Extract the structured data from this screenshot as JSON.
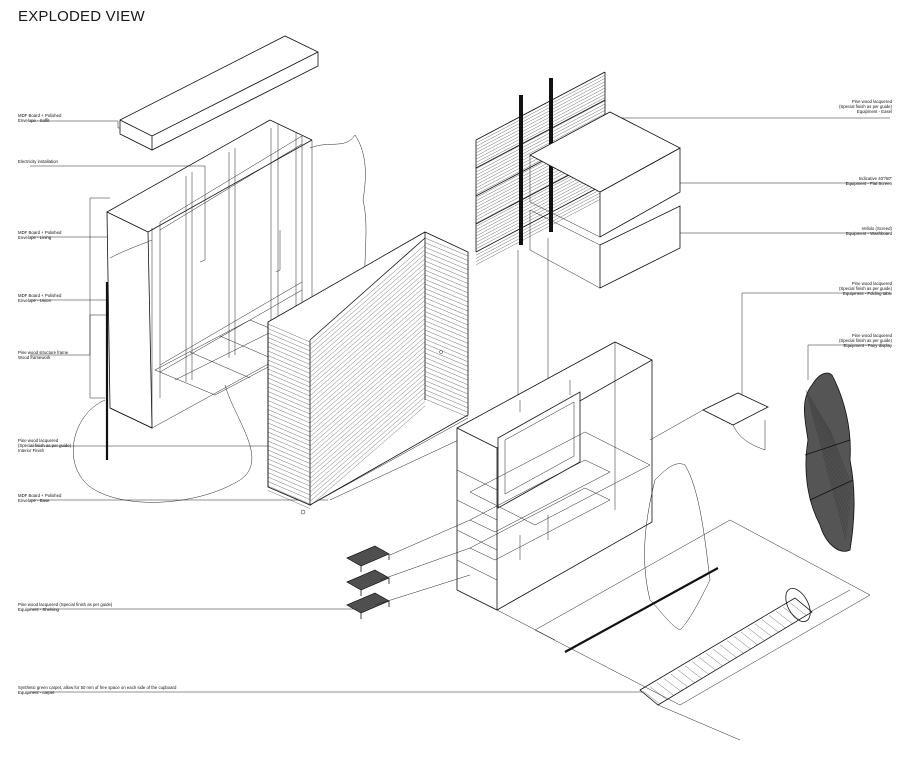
{
  "title": "EXPLODED VIEW",
  "labels_left": [
    {
      "id": "soffit",
      "l1": "MDF Board + Polished",
      "l2": "Envelope - Soffit"
    },
    {
      "id": "electricity",
      "l1": "Electricity installation",
      "l2": ""
    },
    {
      "id": "lining",
      "l1": "MDF Board + Polished",
      "l2": "Envelope - Lining"
    },
    {
      "id": "unions",
      "l1": "MDF Board + Polished",
      "l2": "Envelope - Union"
    },
    {
      "id": "frame",
      "l1": "Pine wood structure frame",
      "l2": "Wood framework"
    },
    {
      "id": "interior",
      "l1": "Pine wood lacquered",
      "l2": "(Special finish as per guide)",
      "l3": "Interior Finish"
    },
    {
      "id": "base",
      "l1": "MDF Board + Polished",
      "l2": "Envelope - Base"
    },
    {
      "id": "shelving",
      "l1": "Pine wood lacquered (Special finish as per guide)",
      "l2": "Equipment - Shelving"
    },
    {
      "id": "carpet",
      "l1": "Synthetic green carpet, allow for 50 mm of free space on each side of the cupboard",
      "l2": "Equipment - carpet"
    }
  ],
  "labels_right": [
    {
      "id": "easel",
      "l1": "Pine wood lacquered",
      "l2": "(Special finish as per guide)",
      "l3": "Equipment - Easel"
    },
    {
      "id": "flatscreen",
      "l1": "Indicative 40\"/50\"",
      "l2": "Equipment - Flat Screen"
    },
    {
      "id": "washboard",
      "l1": "Vellolo (Screed)",
      "l2": "Equipment - Washboard"
    },
    {
      "id": "folding-table",
      "l1": "Pine wood lacquered",
      "l2": "(Special finish as per guide)",
      "l3": "Equipment - Folding table"
    },
    {
      "id": "fairy-display",
      "l1": "Pine wood lacquered",
      "l2": "(Special finish as per guide)",
      "l3": "Equipment - Fairy display"
    }
  ]
}
